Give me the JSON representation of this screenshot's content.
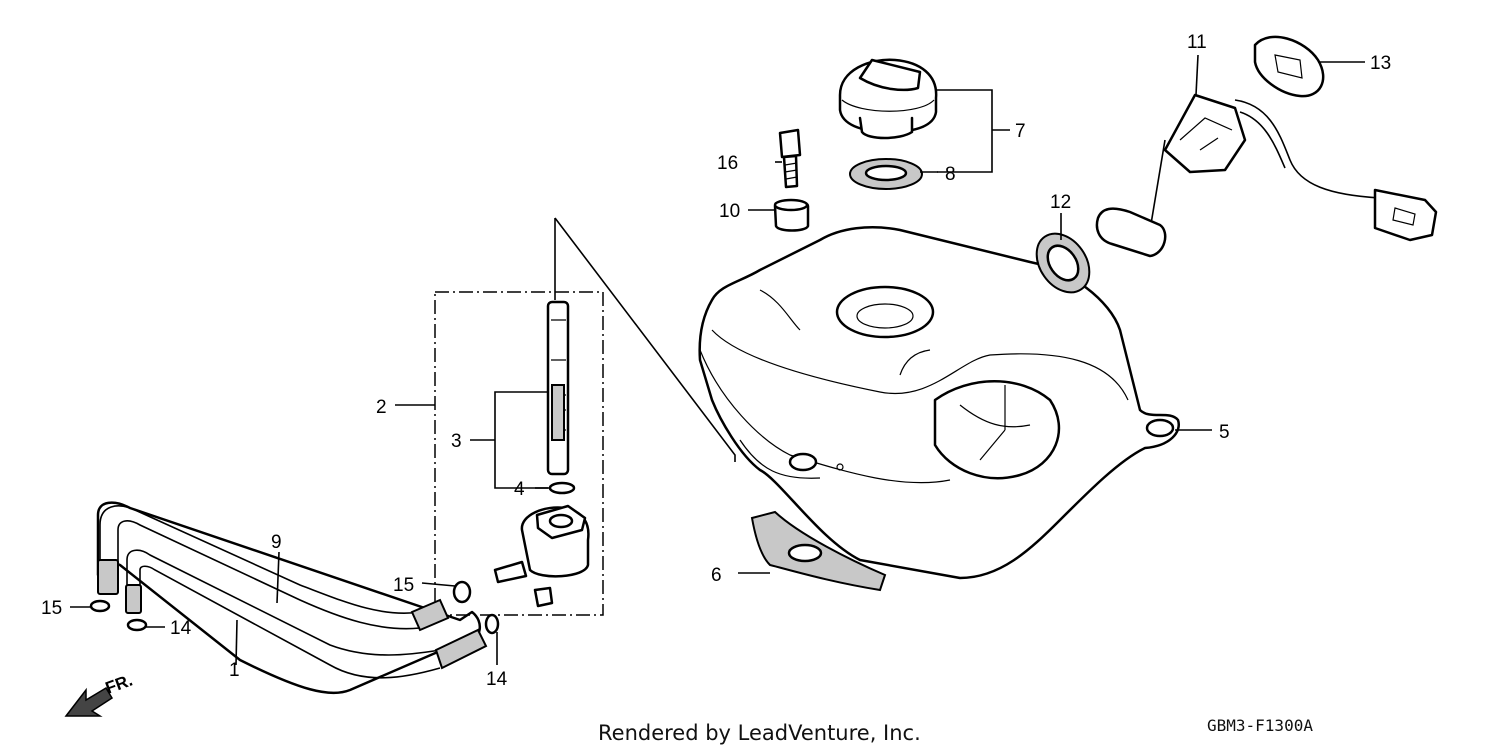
{
  "callouts": {
    "c1": "1",
    "c2": "2",
    "c3": "3",
    "c4": "4",
    "c5": "5",
    "c6": "6",
    "c7": "7",
    "c8": "8",
    "c9": "9",
    "c10": "10",
    "c11": "11",
    "c12": "12",
    "c13": "13",
    "c14a": "14",
    "c14b": "14",
    "c15a": "15",
    "c15b": "15",
    "c16": "16"
  },
  "direction_label": "FR.",
  "footer": {
    "credit": "Rendered by LeadVenture, Inc.",
    "diagram_code": "GBM3-F1300A"
  }
}
